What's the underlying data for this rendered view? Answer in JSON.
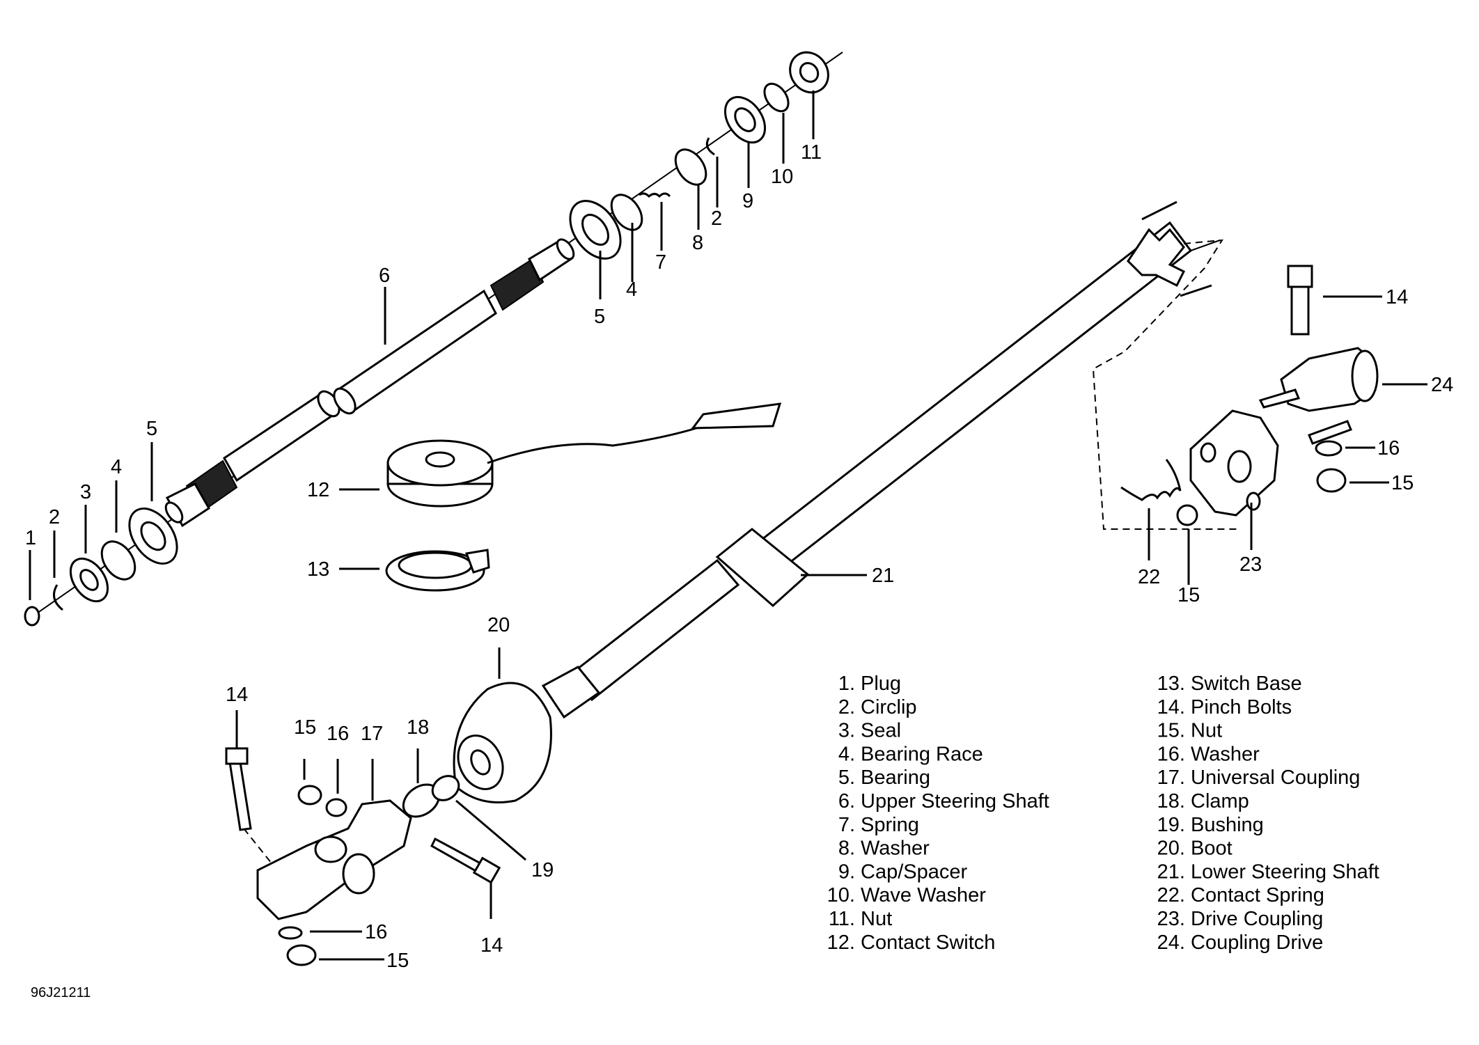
{
  "figure_id": "96J21211",
  "legend_left": [
    {
      "num": "1.",
      "label": "Plug"
    },
    {
      "num": "2.",
      "label": "Circlip"
    },
    {
      "num": "3.",
      "label": "Seal"
    },
    {
      "num": "4.",
      "label": "Bearing Race"
    },
    {
      "num": "5.",
      "label": "Bearing"
    },
    {
      "num": "6.",
      "label": "Upper Steering Shaft"
    },
    {
      "num": "7.",
      "label": "Spring"
    },
    {
      "num": "8.",
      "label": "Washer"
    },
    {
      "num": "9.",
      "label": "Cap/Spacer"
    },
    {
      "num": "10.",
      "label": "Wave Washer"
    },
    {
      "num": "11.",
      "label": "Nut"
    },
    {
      "num": "12.",
      "label": "Contact Switch"
    }
  ],
  "legend_right": [
    {
      "num": "13.",
      "label": "Switch Base"
    },
    {
      "num": "14.",
      "label": "Pinch Bolts"
    },
    {
      "num": "15.",
      "label": "Nut"
    },
    {
      "num": "16.",
      "label": "Washer"
    },
    {
      "num": "17.",
      "label": "Universal Coupling"
    },
    {
      "num": "18.",
      "label": "Clamp"
    },
    {
      "num": "19.",
      "label": "Bushing"
    },
    {
      "num": "20.",
      "label": "Boot"
    },
    {
      "num": "21.",
      "label": "Lower Steering Shaft"
    },
    {
      "num": "22.",
      "label": "Contact Spring"
    },
    {
      "num": "23.",
      "label": "Drive Coupling"
    },
    {
      "num": "24.",
      "label": "Coupling Drive"
    }
  ],
  "callouts": {
    "c1": "1",
    "c2a": "2",
    "c3": "3",
    "c4a": "4",
    "c5a": "5",
    "c6": "6",
    "c5b": "5",
    "c4b": "4",
    "c7": "7",
    "c8": "8",
    "c2b": "2",
    "c9": "9",
    "c10": "10",
    "c11": "11",
    "c12": "12",
    "c13": "13",
    "c20": "20",
    "c21": "21",
    "c14a": "14",
    "c15a": "15",
    "c16a": "16",
    "c17": "17",
    "c18": "18",
    "c19": "19",
    "c14b": "14",
    "c16b": "16",
    "c15b": "15",
    "c14c": "14",
    "c24": "24",
    "c16c": "16",
    "c15c": "15",
    "c22": "22",
    "c15d": "15",
    "c23": "23"
  }
}
